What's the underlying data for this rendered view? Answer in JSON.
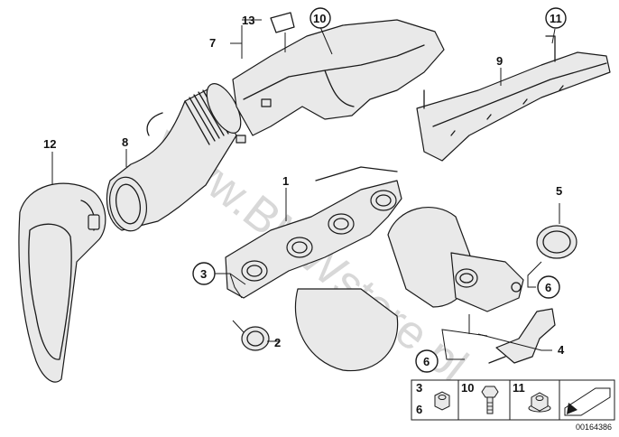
{
  "watermark": "www.BMWstore.pl",
  "diagram_id": "00164386",
  "callouts": {
    "c1": "1",
    "c2": "2",
    "c3": "3",
    "c4": "4",
    "c5": "5",
    "c6a": "6",
    "c6b": "6",
    "c7": "7",
    "c8": "8",
    "c9": "9",
    "c10": "10",
    "c11": "11",
    "c12": "12",
    "c13": "13"
  },
  "legend": {
    "box1_top": "3",
    "box1_bottom": "6",
    "box2": "10",
    "box3": "11"
  },
  "icons": [
    "nut-icon",
    "bolt-icon",
    "flange-nut-icon",
    "arrow-icon"
  ]
}
